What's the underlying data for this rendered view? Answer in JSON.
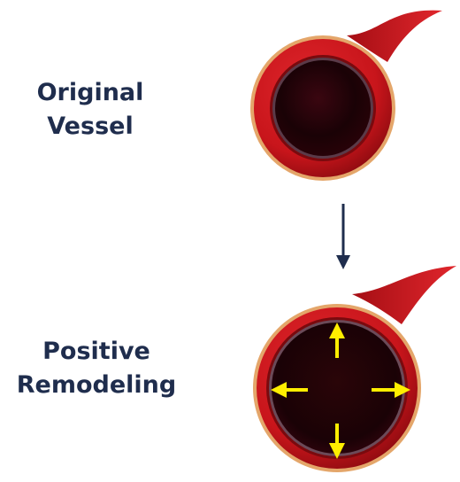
{
  "stages": [
    {
      "id": "original",
      "label_lines": [
        "Original",
        "Vessel"
      ]
    },
    {
      "id": "positive",
      "label_lines": [
        "Positive",
        "Remodeling"
      ]
    }
  ],
  "colors": {
    "label_text": "#1f2d4d",
    "vessel_red": "#c8151b",
    "vessel_dark_red": "#7a0a0e",
    "vessel_outer_ring": "#e4a66a",
    "lumen": "#1a0206",
    "transition_arrow": "#1f2d4d",
    "expansion_arrows": "#ffee00"
  },
  "icons": {
    "transition": "arrow-down-icon",
    "expansion": [
      "arrow-up-icon",
      "arrow-down-icon",
      "arrow-left-icon",
      "arrow-right-icon"
    ]
  }
}
